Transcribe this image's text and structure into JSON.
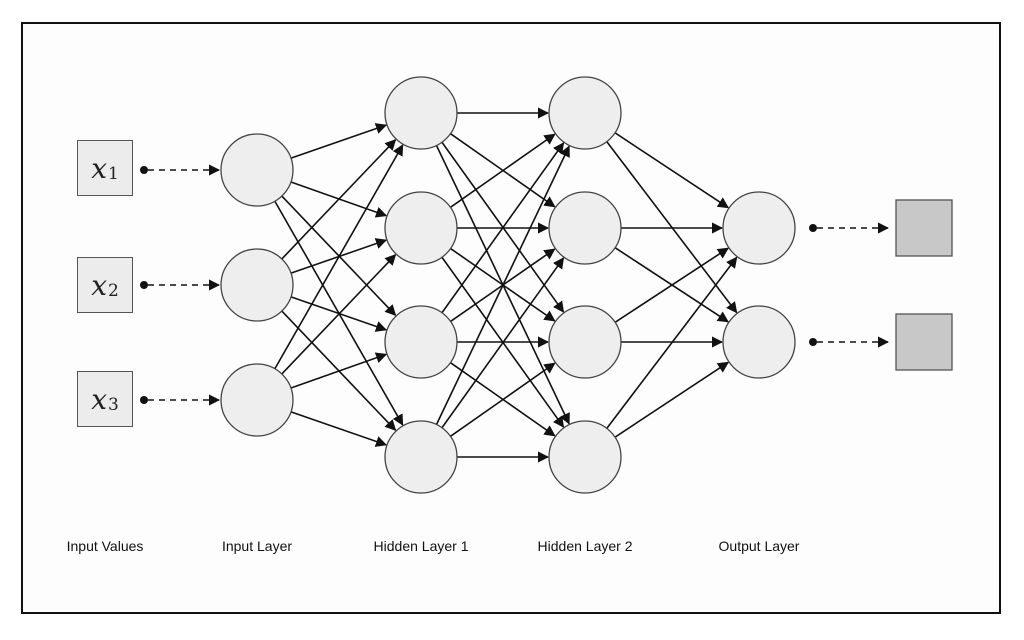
{
  "diagram": {
    "layer_labels": [
      "Input Values",
      "Input Layer",
      "Hidden Layer 1",
      "Hidden Layer 2",
      "Output Layer"
    ],
    "input_values": [
      {
        "symbol": "x",
        "subscript": "1"
      },
      {
        "symbol": "x",
        "subscript": "2"
      },
      {
        "symbol": "x",
        "subscript": "3"
      }
    ],
    "layers": [
      {
        "name": "Input Layer",
        "nodes": 3
      },
      {
        "name": "Hidden Layer 1",
        "nodes": 4
      },
      {
        "name": "Hidden Layer 2",
        "nodes": 4
      },
      {
        "name": "Output Layer",
        "nodes": 2
      }
    ],
    "outputs": 2,
    "connectivity": "fully-connected",
    "colors": {
      "node_fill": "#eeeeee",
      "node_stroke": "#444444",
      "edge": "#111111",
      "input_box_fill": "#ececec",
      "output_box_fill": "#c8c8c8"
    }
  }
}
